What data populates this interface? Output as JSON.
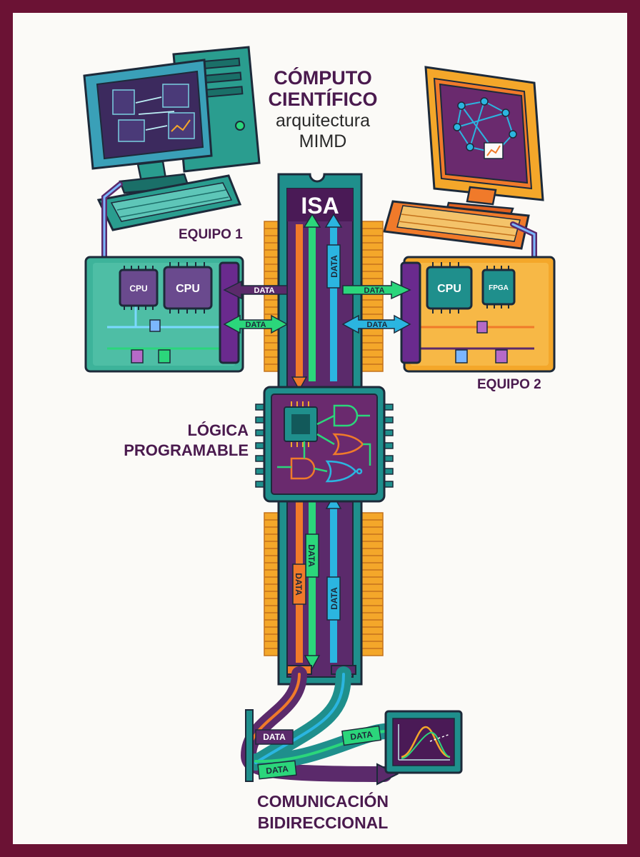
{
  "title": {
    "line1": "CÓMPUTO",
    "line2": "CIENTÍFICO",
    "line3": "arquitectura",
    "line4": "MIMD"
  },
  "labels": {
    "equipo1": "EQUIPO 1",
    "equipo2": "EQUIPO 2",
    "isa": "ISA",
    "logica_line1": "LÓGICA",
    "logica_line2": "PROGRAMABLE",
    "comunicacion_line1": "COMUNICACIÓN",
    "comunicacion_line2": "BIDIRECCIONAL"
  },
  "chips": {
    "equipo1_small": "CPU",
    "equipo1_large": "CPU",
    "equipo2_cpu": "CPU",
    "equipo2_fpga": "FPGA"
  },
  "data_tag": "DATA",
  "colors": {
    "frame": "#6b1234",
    "teal": "#1f8f8c",
    "teal_dark": "#12595a",
    "purple": "#5b2a6b",
    "orange": "#f07a2a",
    "green": "#2bd67b",
    "cyan": "#2bb5e0",
    "gold": "#f4a72a",
    "text_dark": "#4a1a4e"
  },
  "icons": [
    "computer-icon",
    "monitor-icon",
    "keyboard-icon",
    "chip-icon",
    "logic-gate-icon",
    "chart-icon"
  ]
}
